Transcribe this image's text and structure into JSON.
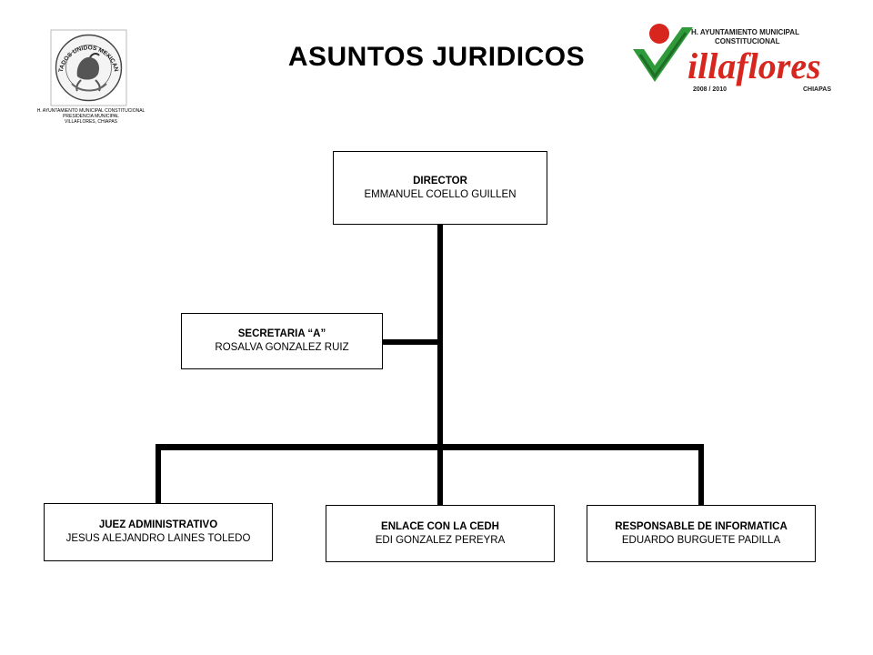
{
  "header": {
    "title": "ASUNTOS JURIDICOS",
    "seal": {
      "ring_text": "ESTADOS UNIDOS MEXICANOS",
      "caption": [
        "H. AYUNTAMIENTO MUNICIPAL CONSTITUCIONAL",
        "PRESIDENCIA MUNICIPAL",
        "VILLAFLORES, CHIAPAS"
      ]
    },
    "logo": {
      "line1": "H. AYUNTAMIENTO MUNICIPAL",
      "line2": "CONSTITUCIONAL",
      "brand": "illaflores",
      "years": "2008 / 2010",
      "state": "CHIAPAS",
      "colors": {
        "green": "#2e9a3a",
        "red": "#d7261e",
        "dark": "#1a1a1a"
      }
    }
  },
  "org": {
    "director": {
      "role": "DIRECTOR",
      "name": "EMMANUEL COELLO GUILLEN"
    },
    "secretary": {
      "role": "SECRETARIA “A”",
      "name": "ROSALVA GONZALEZ RUIZ"
    },
    "juez": {
      "role": "JUEZ ADMINISTRATIVO",
      "name": "JESUS ALEJANDRO LAINES TOLEDO"
    },
    "enlace": {
      "role": "ENLACE CON LA CEDH",
      "name": "EDI GONZALEZ PEREYRA"
    },
    "informatica": {
      "role": "RESPONSABLE DE INFORMATICA",
      "name": "EDUARDO BURGUETE  PADILLA"
    }
  }
}
